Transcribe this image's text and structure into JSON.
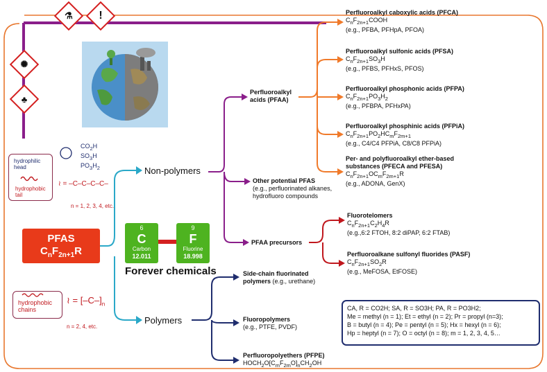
{
  "pfas": {
    "title": "PFAS",
    "formula": "CnF2n+1R"
  },
  "elements": [
    {
      "number": "6",
      "symbol": "C",
      "name": "Carbon",
      "weight": "12.011"
    },
    {
      "number": "9",
      "symbol": "F",
      "name": "Fluorine",
      "weight": "18.998"
    }
  ],
  "forever_label": "Forever chemicals",
  "branches": {
    "nonpolymers": "Non-polymers",
    "polymers": "Polymers"
  },
  "pfaa": {
    "title": "Perfluoroalkyl",
    "title2": "acids (PFAA)"
  },
  "other_pfas": {
    "title": "Other potential PFAS",
    "line1": "(e.g., perfluorinated alkanes,",
    "line2": "hydrofluoro compounds"
  },
  "precursors": {
    "title": "PFAA precursors"
  },
  "pfaa_classes": [
    {
      "title": "Perfluoroalkyl caboxylic acids (PFCA)",
      "formula": "CnF2n+1COOH",
      "examples": "(e.g., PFBA, PFHpA, PFOA)"
    },
    {
      "title": "Perfluoroalkyl sulfonic acids (PFSA)",
      "formula": "CnF2n+1SO3H",
      "examples": "(e.g., PFBS, PFHxS, PFOS)"
    },
    {
      "title": "Perfluoroalkyl phosphonic acids (PFPA)",
      "formula": "CnF2n+1PO3H2",
      "examples": "(e.g., PFBPA, PFHxPA)"
    },
    {
      "title": "Perfluoroalkyl phosphinic acids (PFPiA)",
      "formula": "CnF2n+1PO2HCmF2m+1",
      "examples": "(e.g., C4/C4 PFPiA, C8/C8 PFPiA)"
    },
    {
      "title": "Per- and polyfluoroalkyl ether-based",
      "title2": "substances (PFECA and PFESA)",
      "formula": "CnF2n+1OCmF2m+1R",
      "examples": "(e.g., ADONA, GenX)"
    }
  ],
  "precursor_classes": [
    {
      "title": "Fluorotelomers",
      "formula": "CnF2n+1C2H4R",
      "examples": "(e.g.,6:2 FTOH, 8:2 diPAP, 6:2 FTAB)"
    },
    {
      "title": "Perfluoroalkane sulfonyl fluorides (PASF)",
      "formula": "CnF2n+1SO2R",
      "examples": "(e.g., MeFOSA, EtFOSE)"
    }
  ],
  "polymer_classes": [
    {
      "title": "Side-chain fluorinated",
      "title2": "polymers",
      "examples": "(e.g., urethane)"
    },
    {
      "title": "Fluoropolymers",
      "examples": "(e.g., PTFE, PVDF)"
    },
    {
      "title": "Perfluoropolyethers (PFPE)",
      "formula": "HOCH2O[CmF2mO]nCH2OH"
    }
  ],
  "surfactant": {
    "head": "hydrophilic",
    "head2": "head",
    "tail": "hydrophobic",
    "tail2": "tail",
    "groups": [
      "CO2H",
      "SO3H",
      "PO3H2"
    ],
    "n_note": "n = 1, 2, 3, 4, etc."
  },
  "polymer_chain": {
    "label": "hydrophobic",
    "label2": "chains",
    "n_note": "n = 2, 4, etc."
  },
  "legend": [
    "CA, R = CO2H; SA, R = SO3H; PA, R = PO3H2;",
    "Me = methyl (n = 1); Et = ethyl (n = 2); Pr = propyl (n=3);",
    "B = butyl (n = 4); Pe = pentyl (n = 5); Hx = hexyl (n = 6);",
    "Hp = heptyl (n = 7); O = octyl (n = 8); m = 1, 2, 3, 4, 5…"
  ],
  "icons": [
    "corrosion-icon",
    "exclamation-icon",
    "health-hazard-icon",
    "environment-icon",
    "earth-globe-icon"
  ],
  "colors": {
    "frame": "#e8772e",
    "purple": "#8a1e8a",
    "teal": "#2aa8c8",
    "navy": "#1f2d6e",
    "crimson": "#c0171d",
    "orange": "#f07a2a",
    "pfas_red": "#e83a1a",
    "element_green": "#4eb320",
    "ghs_red": "#d42020"
  }
}
